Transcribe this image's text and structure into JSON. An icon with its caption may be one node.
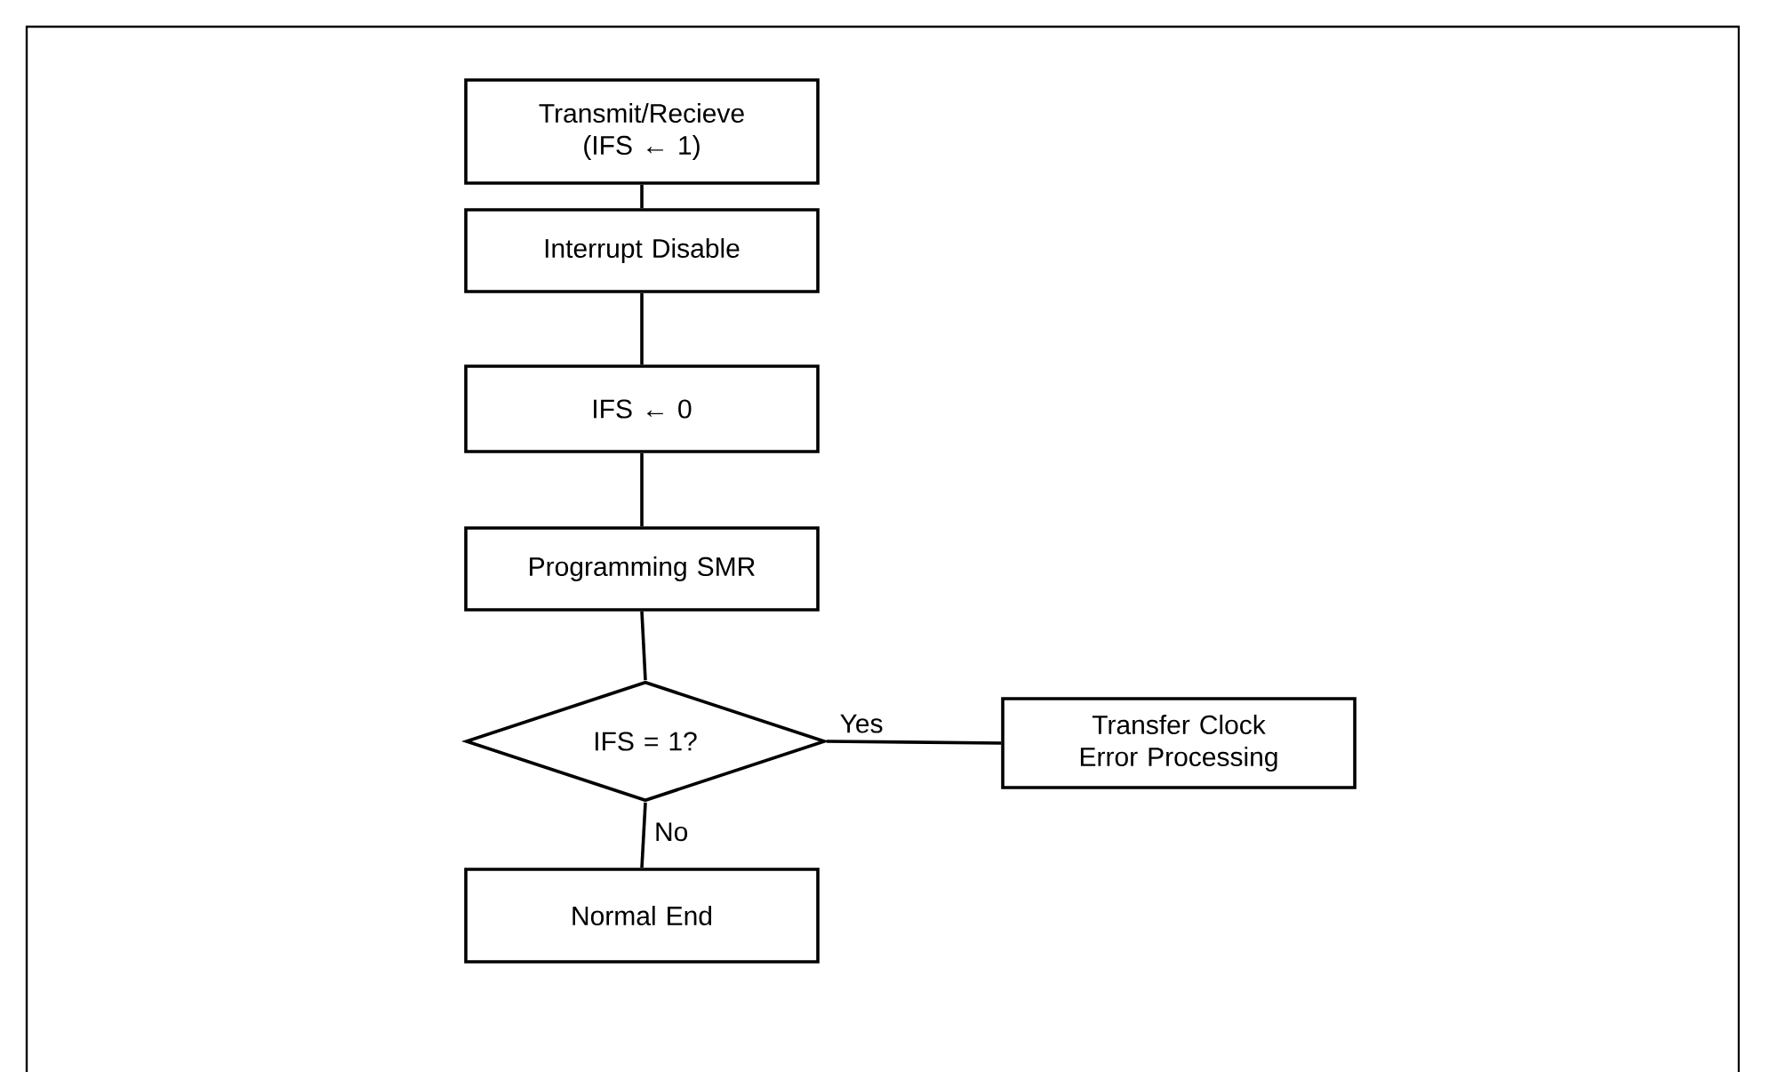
{
  "diagram": {
    "nodes": [
      {
        "text": [
          "Transmit/Recieve (IFS ← 1)"
        ]
      },
      {
        "text": [
          "Interrupt Disable"
        ]
      },
      {
        "text": [
          "IFS ← 0"
        ]
      },
      {
        "text": [
          "Programming SMR"
        ]
      },
      {
        "text": [
          "IFS = 1?"
        ]
      },
      {
        "text": [
          "Transfer Clock Error Processing"
        ]
      },
      {
        "text": [
          "Normal End"
        ]
      }
    ],
    "edges": [
      {
        "from": 0,
        "to": 1,
        "arrow": "none"
      },
      {
        "from": 1,
        "to": 2,
        "arrow": "none"
      },
      {
        "from": 2,
        "to": 3,
        "arrow": "none"
      },
      {
        "from": 3,
        "to": 4,
        "arrow": "none"
      },
      {
        "from": 4,
        "to": 5,
        "arrow": "none",
        "label": "Yes"
      },
      {
        "from": 4,
        "to": 6,
        "arrow": "none",
        "label": "No"
      }
    ]
  }
}
